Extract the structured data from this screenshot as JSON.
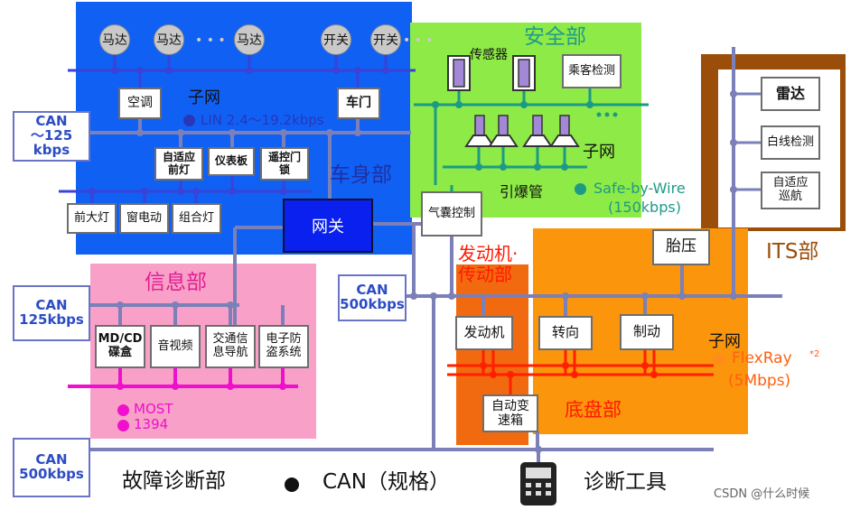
{
  "regions": {
    "body_label": "车身部",
    "safety_label": "安全部",
    "its_label": "ITS部",
    "info_label": "信息部",
    "powertrain_label": "发动机·\n传动部",
    "chassis_label": "底盘部",
    "diagnosis_label": "故障诊断部"
  },
  "buses": {
    "can_125": "CAN\n～125 kbps",
    "can_125_info": "CAN\n125kbps",
    "can_500_mid": "CAN\n500kbps",
    "can_500_bottom": "CAN\n500kbps"
  },
  "subnets": {
    "body_subnet": "子网",
    "body_lin": "LIN 2.4～19.2kbps",
    "safety_subnet": "子网",
    "safety_sbw": "Safe-by-Wire\n(150kbps)",
    "chassis_subnet": "子网",
    "chassis_flexray": "FlexRay*²\n(5Mbps)",
    "flexray_name": "FlexRay",
    "flexray_sup": "*2",
    "flexray_rate": "(5Mbps)",
    "sbw_name": "Safe-by-Wire",
    "sbw_rate": "(150kbps)",
    "most": "MOST",
    "ieee1394": "1394"
  },
  "body_nodes": {
    "motor1": "马达",
    "motor2": "马达",
    "motor_ellipsis": "• • •",
    "motor3": "马达",
    "switch1": "开关",
    "switch2": "开关",
    "switch_ellipsis": "• • •",
    "aircon": "空调",
    "door": "车门",
    "adaptive_headlight": "自适应\n前灯",
    "dashboard": "仪表板",
    "remote_lock": "遥控门\n锁",
    "headlight": "前大灯",
    "window": "窗电动",
    "combo_light": "组合灯",
    "gateway": "网关"
  },
  "safety_nodes": {
    "sensor": "传感器",
    "passenger_detect": "乘客检测",
    "squib": "引爆管",
    "airbag_ctrl": "气囊控制"
  },
  "its_nodes": {
    "radar": "雷达",
    "lane_detect": "白线检测",
    "acc": "自适应\n巡航",
    "tire_pressure": "胎压"
  },
  "info_nodes": {
    "md_cd": "MD/CD\n碟盒",
    "av": "音视频",
    "nav": "交通信\n息导航",
    "anti_theft": "电子防\n盗系统"
  },
  "powertrain_nodes": {
    "engine": "发动机",
    "transmission": "自动变\n速箱",
    "steering": "转向",
    "brake": "制动"
  },
  "legend": {
    "can_spec": "CAN（规格）",
    "diag_tool": "诊断工具"
  },
  "watermark": "CSDN @什么时候",
  "colors": {
    "body_region": "#1060f4",
    "safety_region": "#8eea46",
    "its_region": "#9a4e0a",
    "info_region": "#f8a0c8",
    "chassis_region": "#fb950c",
    "can_bus": "#7b80b8",
    "lin_bus": "#3a42d8",
    "safety_bus": "#1c9a86",
    "most_bus": "#ee10cc",
    "flexray_bus": "#ff2000"
  }
}
